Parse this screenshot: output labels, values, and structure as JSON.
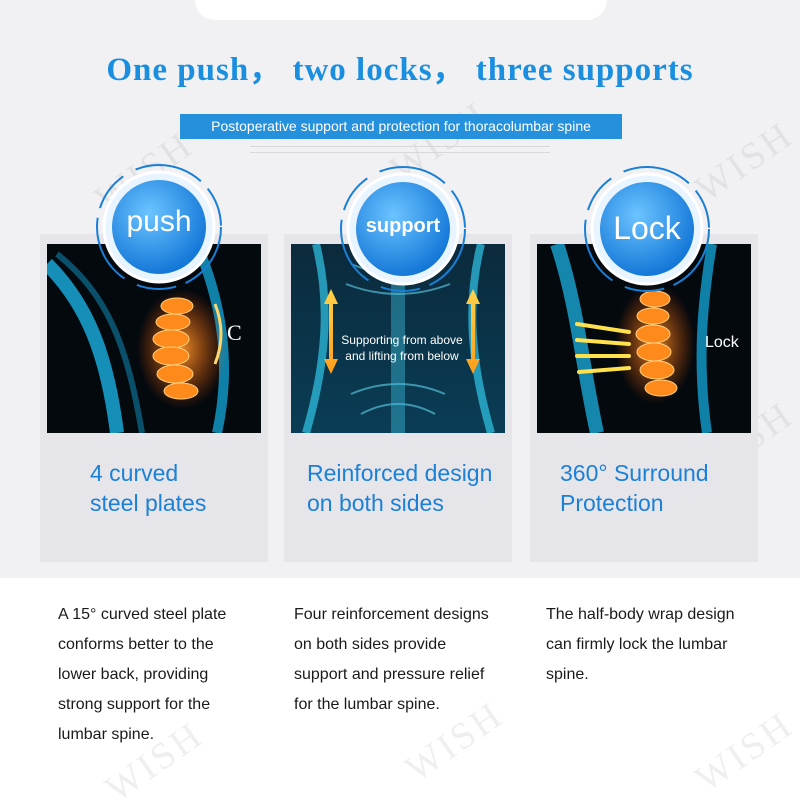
{
  "headline": "One push， two locks， three supports",
  "subtitle": "Postoperative support and protection for thoracolumbar spine",
  "watermark": "WISH",
  "colors": {
    "accent": "#1a8fe0",
    "banner": "#2591dd",
    "card_title": "#1b80d8",
    "spine": "#ff7a1a"
  },
  "cards": [
    {
      "badge": "push",
      "title_line1": "4 curved",
      "title_line2": "steel plates",
      "photo_label": "C",
      "desc": [
        "A 15°  curved steel plate",
        "conforms better to the",
        "lower back, providing",
        "strong support for the",
        "lumbar spine."
      ]
    },
    {
      "badge": "support",
      "title_line1": "Reinforced design",
      "title_line2": "on both sides",
      "photo_label_line1": "Supporting from above",
      "photo_label_line2": "and lifting from below",
      "desc": [
        "Four reinforcement designs",
        "on both sides provide",
        "support and pressure relief",
        "for the lumbar spine."
      ]
    },
    {
      "badge": "Lock",
      "title_line1": "360°  Surround",
      "title_line2": "Protection",
      "photo_label": "Lock",
      "desc": [
        "The half-body wrap design",
        "can firmly lock the lumbar",
        "spine."
      ]
    }
  ]
}
